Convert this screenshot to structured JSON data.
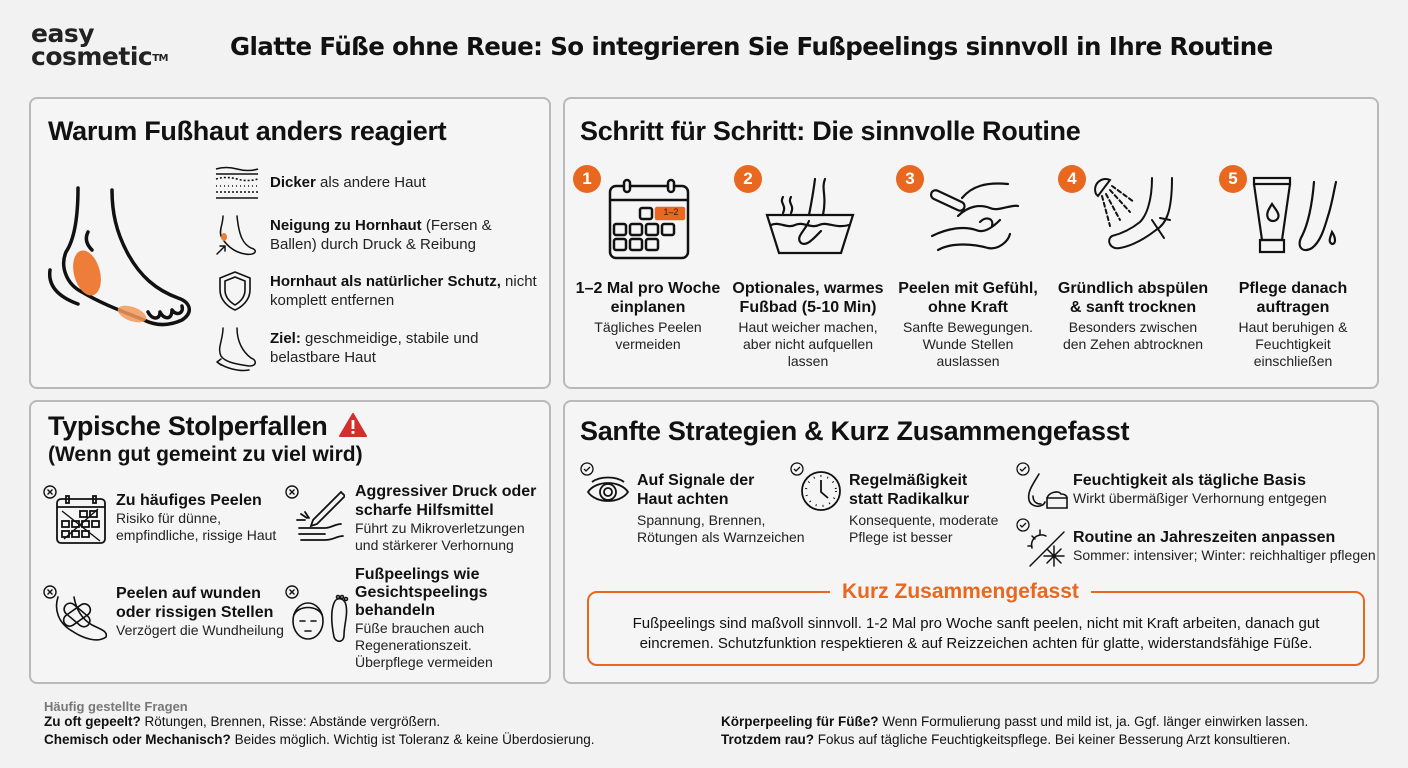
{
  "brand": {
    "line1": "easy",
    "line2": "cosmetic",
    "tm": "TM"
  },
  "header": {
    "title": "Glatte Füße ohne Reue: So integrieren Sie Fußpeelings sinnvoll in Ihre Routine"
  },
  "colors": {
    "accent": "#e8681f",
    "warning": "#d42f2f",
    "panel_border": "#b9b9b9",
    "background": "#f2f2f2"
  },
  "why": {
    "title": "Warum Fußhaut anders reagiert",
    "items": [
      {
        "icon": "skin-layers-icon",
        "bold": "Dicker",
        "text": " als andere Haut"
      },
      {
        "icon": "heel-callus-icon",
        "bold": "Neigung zu Hornhaut",
        "text": " (Fersen & Ballen) durch Druck & Reibung"
      },
      {
        "icon": "shield-icon",
        "bold": "Hornhaut als natürlicher Schutz,",
        "text": " nicht komplett entfernen"
      },
      {
        "icon": "foot-outline-icon",
        "bold": "Ziel:",
        "text": " geschmeidige, stabile und belastbare Haut"
      }
    ]
  },
  "steps": {
    "title": "Schritt für Schritt: Die sinnvolle Routine",
    "items": [
      {
        "num": "1",
        "icon": "calendar-icon",
        "calendar_label": "1–2",
        "title": "1–2 Mal pro Woche einplanen",
        "text": "Tägliches Peelen vermeiden"
      },
      {
        "num": "2",
        "icon": "foot-bath-icon",
        "title": "Optionales, warmes Fußbad (5-10 Min)",
        "text": "Haut weicher machen, aber nicht aufquellen lassen"
      },
      {
        "num": "3",
        "icon": "scrub-hand-icon",
        "title": "Peelen mit Gefühl, ohne Kraft",
        "text": "Sanfte Bewegungen. Wunde Stellen auslassen"
      },
      {
        "num": "4",
        "icon": "shower-foot-icon",
        "title": "Gründlich abspülen & sanft trocknen",
        "text": "Besonders zwischen den Zehen abtrocknen"
      },
      {
        "num": "5",
        "icon": "cream-tube-icon",
        "title": "Pflege danach auftragen",
        "text": "Haut beruhigen & Feuchtigkeit einschließen"
      }
    ]
  },
  "pitfalls": {
    "title": "Typische Stolperfallen",
    "subtitle": "(Wenn gut gemeint zu viel wird)",
    "items": [
      {
        "icon": "crossed-calendar-icon",
        "title": "Zu häufiges Peelen",
        "text": "Risiko für dünne, empfindliche, rissige Haut"
      },
      {
        "icon": "sharp-tool-icon",
        "title": "Aggressiver Druck oder scharfe Hilfsmittel",
        "text": "Führt zu Mikroverletzungen und stärkerer Verhornung"
      },
      {
        "icon": "bandaged-foot-icon",
        "title": "Peelen auf wunden oder rissigen Stellen",
        "text": "Verzögert die Wundheilung"
      },
      {
        "icon": "face-and-foot-icon",
        "title": "Fußpeelings wie Gesichtspeelings behandeln",
        "text": "Füße brauchen auch Regenerationszeit. Überpflege vermeiden"
      }
    ]
  },
  "strategies": {
    "title": "Sanfte Strategien & Kurz Zusammengefasst",
    "items": [
      {
        "icon": "eye-icon",
        "title": "Auf Signale der Haut achten",
        "text": "Spannung, Brennen, Rötungen als Warnzeichen"
      },
      {
        "icon": "clock-icon",
        "title": "Regelmäßigkeit statt Radikalkur",
        "text": "Konsequente, moderate Pflege ist besser"
      },
      {
        "icon": "moisture-cream-icon",
        "title": "Feuchtigkeit als tägliche Basis",
        "text": "Wirkt übermäßiger Verhornung entgegen"
      },
      {
        "icon": "sun-snow-icon",
        "title": "Routine an Jahreszeiten anpassen",
        "text": "Sommer: intensiver; Winter: reichhaltiger pflegen"
      }
    ],
    "summary": {
      "title": "Kurz Zusammengefasst",
      "text": "Fußpeelings sind maßvoll sinnvoll. 1-2 Mal pro Woche sanft peelen, nicht mit Kraft arbeiten, danach gut eincremen. Schutzfunktion respektieren & auf Reizzeichen achten für glatte, widerstandsfähige Füße."
    }
  },
  "faq": {
    "title": "Häufig gestellte Fragen",
    "items": [
      {
        "q": "Zu oft gepeelt?",
        "a": " Rötungen, Brennen, Risse: Abstände vergrößern."
      },
      {
        "q": "Chemisch oder Mechanisch?",
        "a": " Beides möglich. Wichtig ist Toleranz & keine Überdosierung."
      },
      {
        "q": "Körperpeeling für Füße?",
        "a": " Wenn Formulierung passt und mild ist, ja. Ggf. länger einwirken lassen."
      },
      {
        "q": "Trotzdem rau?",
        "a": " Fokus auf tägliche Feuchtigkeitspflege. Bei keiner Besserung Arzt konsultieren."
      }
    ]
  }
}
